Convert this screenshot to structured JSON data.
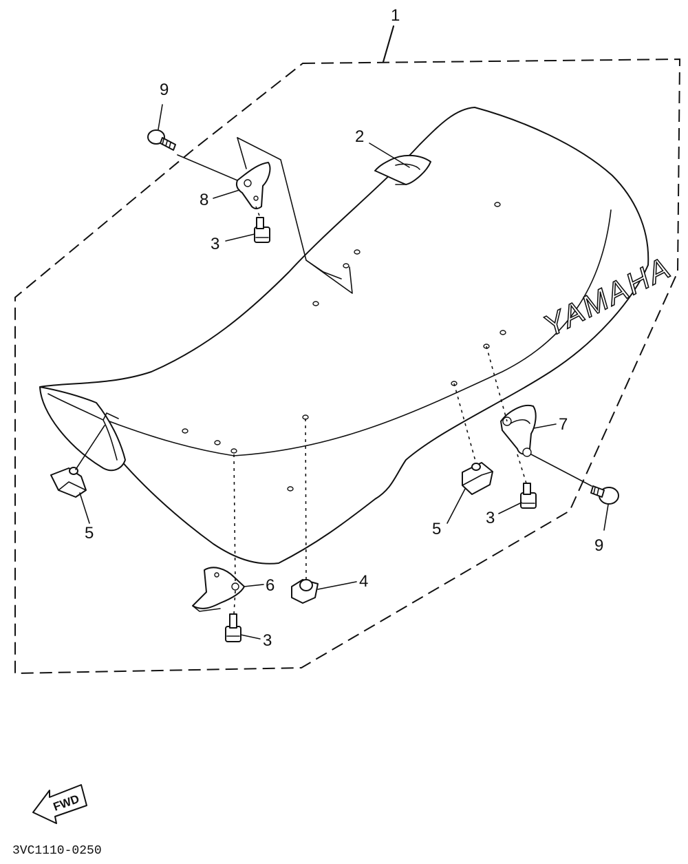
{
  "diagram": {
    "brand_text": "YAMAHA",
    "fwd_label": "FWD",
    "part_code": "3VC1110-0250",
    "callouts": [
      {
        "id": "callout-1",
        "text": "1"
      },
      {
        "id": "callout-2",
        "text": "2"
      },
      {
        "id": "callout-9-top",
        "text": "9"
      },
      {
        "id": "callout-8",
        "text": "8"
      },
      {
        "id": "callout-3-top",
        "text": "3"
      },
      {
        "id": "callout-7",
        "text": "7"
      },
      {
        "id": "callout-5-left",
        "text": "5"
      },
      {
        "id": "callout-5-right",
        "text": "5"
      },
      {
        "id": "callout-3-right",
        "text": "3"
      },
      {
        "id": "callout-9-right",
        "text": "9"
      },
      {
        "id": "callout-6",
        "text": "6"
      },
      {
        "id": "callout-4",
        "text": "4"
      },
      {
        "id": "callout-3-bottom",
        "text": "3"
      }
    ]
  }
}
